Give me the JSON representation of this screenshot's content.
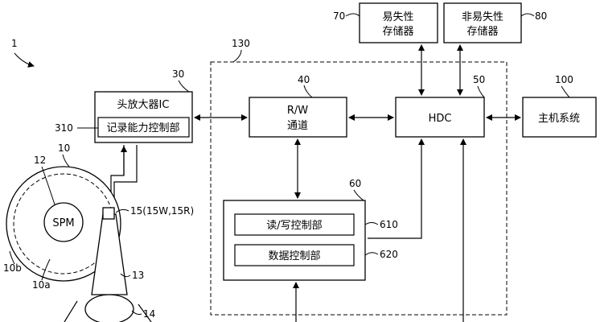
{
  "figure_number": "1",
  "system_ref": "130",
  "blocks": {
    "volatile": {
      "ref": "70",
      "line1": "易失性",
      "line2": "存储器"
    },
    "nonvolatile": {
      "ref": "80",
      "line1": "非易失性",
      "line2": "存储器"
    },
    "head_amp": {
      "ref": "30",
      "title": "头放大器IC",
      "sub_ref": "310",
      "sub_label": "记录能力控制部"
    },
    "rw_channel": {
      "ref": "40",
      "line1": "R/W",
      "line2": "通道"
    },
    "hdc": {
      "ref": "50",
      "label": "HDC"
    },
    "host": {
      "ref": "100",
      "label": "主机系统"
    },
    "mpu": {
      "ref": "60",
      "rw_ctrl_ref": "610",
      "rw_ctrl": "读/写控制部",
      "data_ctrl_ref": "620",
      "data_ctrl": "数据控制部"
    }
  },
  "disk": {
    "ref": "10",
    "spm_ref": "12",
    "spm": "SPM",
    "head_ref": "15(15W,15R)",
    "arm_ref": "13",
    "vcm_ref": "14",
    "outer_ref": "10b",
    "inner_ref": "10a"
  }
}
